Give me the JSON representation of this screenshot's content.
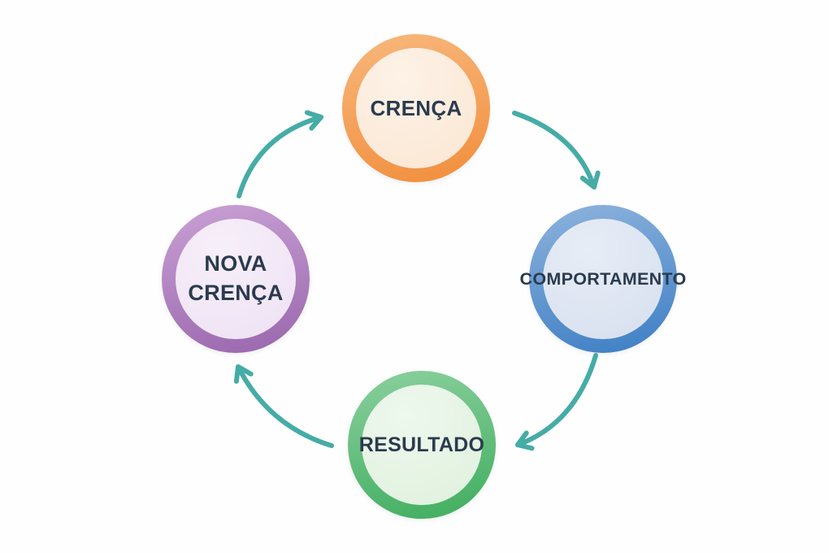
{
  "diagram": {
    "type": "cycle-diagram",
    "background_color": "#fefefe",
    "arrow_color": "#45ACA6",
    "text_color": "#2B3B4E",
    "nodes": [
      {
        "id": "crenca",
        "label": "CRENÇA",
        "position": "top",
        "ring_top": "#F8B77C",
        "ring_bottom": "#F18E3C",
        "fill": "#FBE6D2",
        "fill_highlight": "#FDF2E7"
      },
      {
        "id": "comportamento",
        "label": "COMPORTAMENTO",
        "position": "right",
        "ring_top": "#8DB3DC",
        "ring_bottom": "#3D7EC5",
        "fill": "#D6DFEF",
        "fill_highlight": "#E7EDF6"
      },
      {
        "id": "resultado",
        "label": "RESULTADO",
        "position": "bottom",
        "ring_top": "#8BD09E",
        "ring_bottom": "#3FAD5E",
        "fill": "#DFF0DD",
        "fill_highlight": "#EEF8ED"
      },
      {
        "id": "nova-crenca",
        "label": "NOVA CRENÇA",
        "position": "left",
        "ring_top": "#C9A1D5",
        "ring_bottom": "#9966AC",
        "fill": "#EDE1F3",
        "fill_highlight": "#F7EFFA"
      }
    ],
    "arrows": [
      {
        "id": "arrow-1",
        "from": "CRENÇA",
        "to": "COMPORTAMENTO"
      },
      {
        "id": "arrow-2",
        "from": "COMPORTAMENTO",
        "to": "RESULTADO"
      },
      {
        "id": "arrow-3",
        "from": "RESULTADO",
        "to": "NOVA CRENÇA"
      },
      {
        "id": "arrow-4",
        "from": "NOVA CRENÇA",
        "to": "CRENÇA"
      }
    ]
  }
}
